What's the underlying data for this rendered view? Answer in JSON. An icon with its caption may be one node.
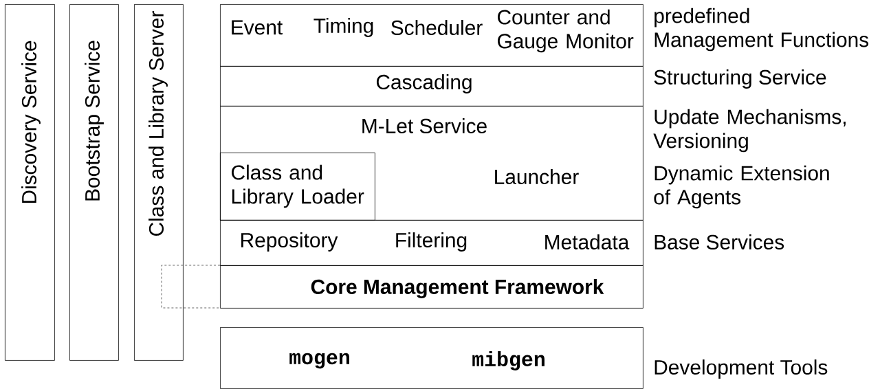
{
  "diagram": {
    "nodes": [
      {
        "text": [
          "Discovery Service"
        ]
      },
      {
        "text": [
          "Bootstrap Service"
        ]
      },
      {
        "text": [
          "Class and Library Server"
        ]
      },
      {
        "text": [
          "Event",
          "Timing",
          "Scheduler",
          "Counter and Gauge Monitor"
        ],
        "beside": [
          "predefined Management Functions"
        ]
      },
      {
        "text": [
          "Cascading"
        ],
        "beside": [
          "Structuring Service"
        ]
      },
      {
        "text": [
          "M-Let Service",
          "Launcher"
        ],
        "beside": [
          "Update Mechanisms, Versioning",
          "Dynamic Extension of Agents"
        ]
      },
      {
        "text": [
          "Class and Library Loader"
        ],
        "in": 5
      },
      {
        "text": [
          "Repository",
          "Filtering",
          "Metadata"
        ],
        "beside": [
          "Base Services"
        ]
      },
      {
        "text": [
          "Core Management Framework"
        ]
      },
      {
        "text": [
          "mogen",
          "mibgen"
        ],
        "beside": [
          "Development Tools"
        ]
      }
    ]
  }
}
